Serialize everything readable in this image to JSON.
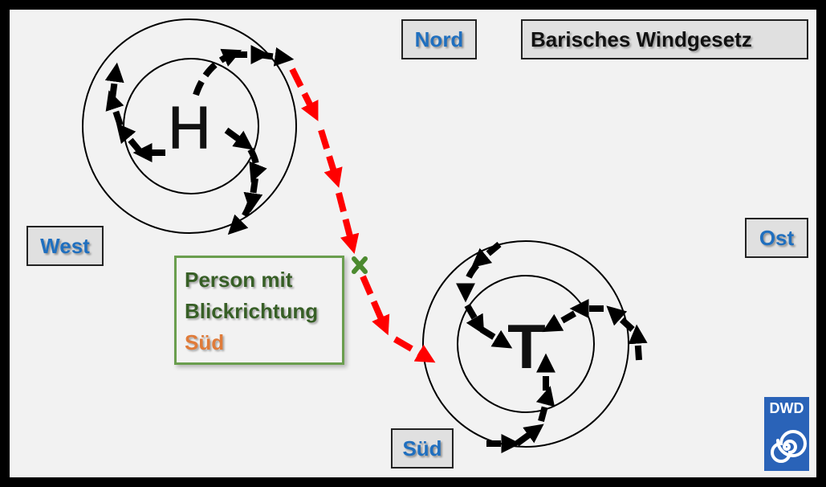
{
  "title": "Barisches Windgesetz",
  "directions": {
    "north": "Nord",
    "east": "Ost",
    "south": "Süd",
    "west": "West"
  },
  "high_label": "H",
  "low_label": "T",
  "person_box": {
    "line1": "Person mit",
    "line2": "Blickrichtung",
    "line3": "Süd"
  },
  "logo_text": "DWD",
  "colors": {
    "path_arrow": "#ff0000",
    "wind_arrow": "#000000",
    "direction_text": "#1f6fbf",
    "person_text": "#375f26",
    "person_direction": "#e07b39",
    "person_marker": "#4c8a2f",
    "logo": "#2a63b8"
  }
}
